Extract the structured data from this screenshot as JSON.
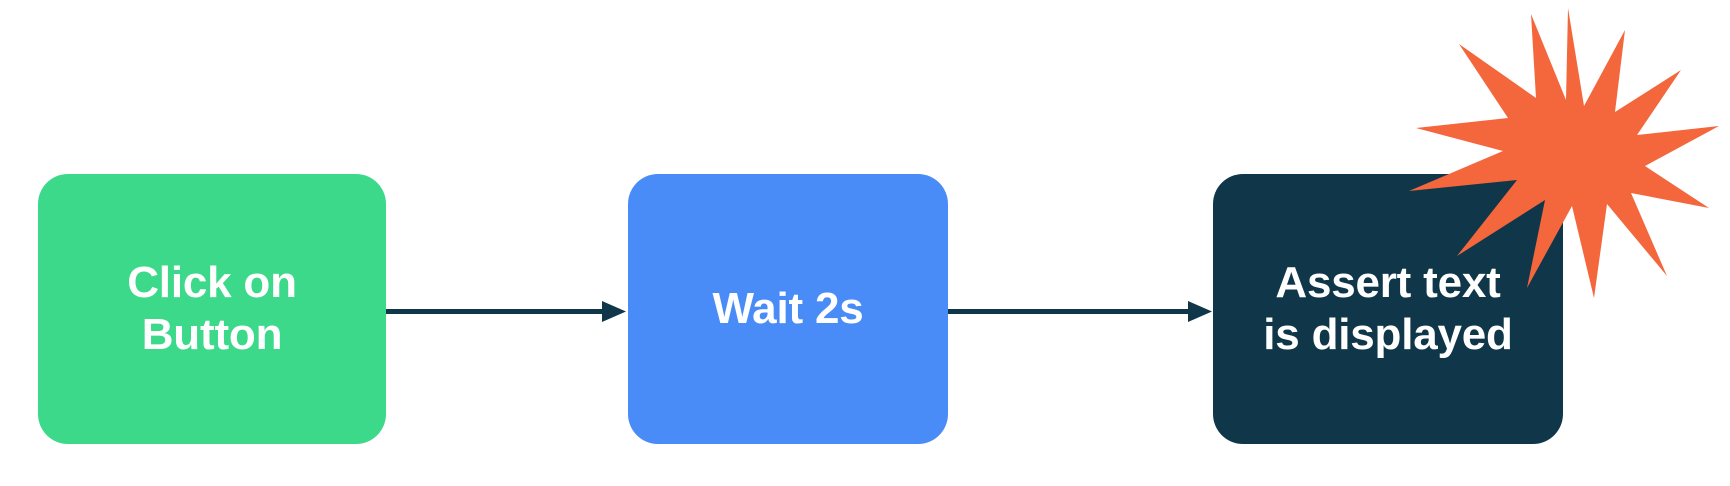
{
  "diagram": {
    "type": "flowchart",
    "orientation": "left-to-right",
    "background_color": "#ffffff",
    "title": "",
    "nodes": [
      {
        "id": "click",
        "label": "Click on\nButton",
        "shape": "rounded-rectangle",
        "fill_color": "#3cd98a",
        "text_color": "#ffffff",
        "order": 1
      },
      {
        "id": "wait",
        "label": "Wait 2s",
        "shape": "rounded-rectangle",
        "fill_color": "#4a8cf7",
        "text_color": "#ffffff",
        "order": 2
      },
      {
        "id": "assert",
        "label": "Assert text\nis displayed",
        "shape": "rounded-rectangle",
        "fill_color": "#103749",
        "text_color": "#ffffff",
        "order": 3
      }
    ],
    "edges": [
      {
        "id": "edge-1",
        "from": "click",
        "to": "wait",
        "label": "",
        "color": "#103749",
        "arrowhead": "solid-triangle"
      },
      {
        "id": "edge-2",
        "from": "wait",
        "to": "assert",
        "label": "",
        "color": "#103749",
        "arrowhead": "solid-triangle"
      }
    ],
    "decorations": [
      {
        "id": "burst",
        "name": "starburst",
        "attached_to": "assert",
        "fill_color": "#f4663c",
        "points": 12
      }
    ]
  }
}
